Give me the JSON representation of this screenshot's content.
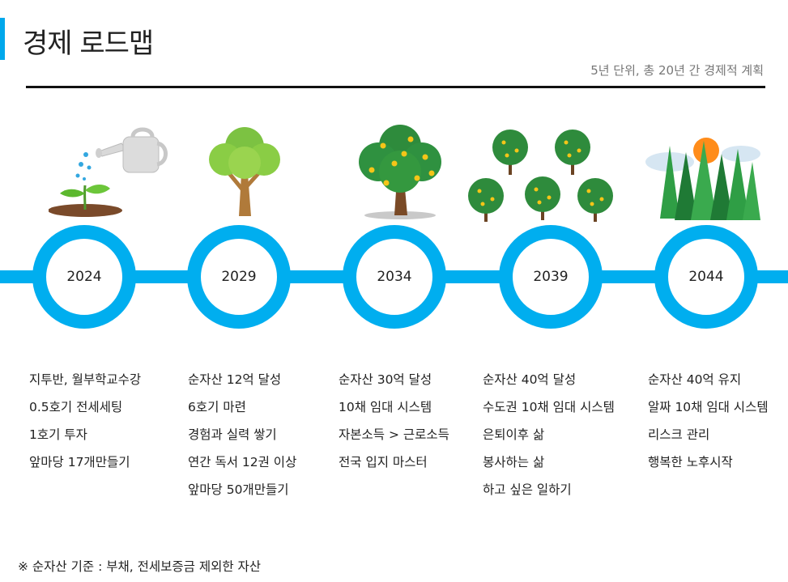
{
  "header": {
    "title": "경제 로드맵",
    "subtitle": "5년 단위, 총 20년 간 경제적 계획"
  },
  "colors": {
    "accent": "#00aeef",
    "tree_green": "#2e8b3c",
    "trunk": "#8b5a2b",
    "fruit": "#f5c518"
  },
  "milestones": [
    {
      "year": "2024",
      "icon": "sprout-watering-can-icon",
      "goals": [
        "지투반, 월부학교수강",
        "0.5호기 전세세팅",
        "1호기 투자",
        "앞마당 17개만들기"
      ]
    },
    {
      "year": "2029",
      "icon": "young-tree-icon",
      "goals": [
        "순자산 12억 달성",
        "6호기 마련",
        "경험과 실력 쌓기",
        "연간 독서 12권 이상",
        "앞마당 50개만들기"
      ]
    },
    {
      "year": "2034",
      "icon": "fruit-tree-icon",
      "goals": [
        "순자산 30억 달성",
        "10채 임대 시스템",
        "자본소득 > 근로소득",
        "전국 입지 마스터"
      ]
    },
    {
      "year": "2039",
      "icon": "orchard-icon",
      "goals": [
        "순자산 40억 달성",
        "수도권 10채 임대 시스템",
        "은퇴이후 삶",
        "봉사하는 삶",
        "하고 싶은 일하기"
      ]
    },
    {
      "year": "2044",
      "icon": "forest-sunset-icon",
      "goals": [
        "순자산 40억 유지",
        "알짜 10채 임대 시스템",
        "리스크 관리",
        "행복한 노후시작"
      ]
    }
  ],
  "footnote": "※ 순자산 기준 : 부채, 전세보증금 제외한 자산"
}
